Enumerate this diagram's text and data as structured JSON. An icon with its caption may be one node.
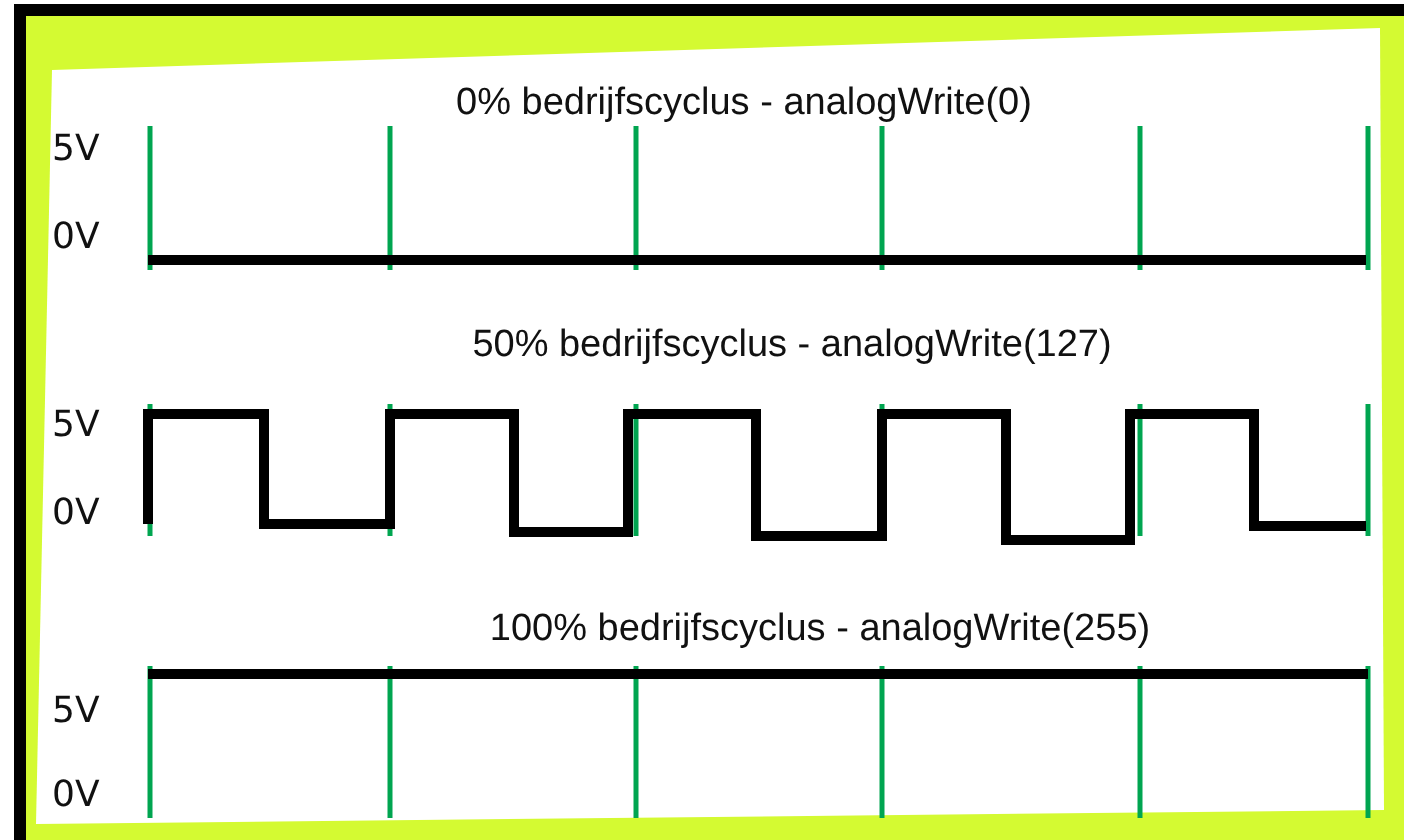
{
  "diagram": {
    "labels": [
      "0% bedrijfscyclus - analogWrite(0)",
      "5V",
      "0V",
      "50% bedrijfscyclus - analogWrite(127)",
      "5V",
      "0V",
      "100% bedrijfscyclus - analogWrite(255)",
      "5V",
      "0V"
    ]
  }
}
